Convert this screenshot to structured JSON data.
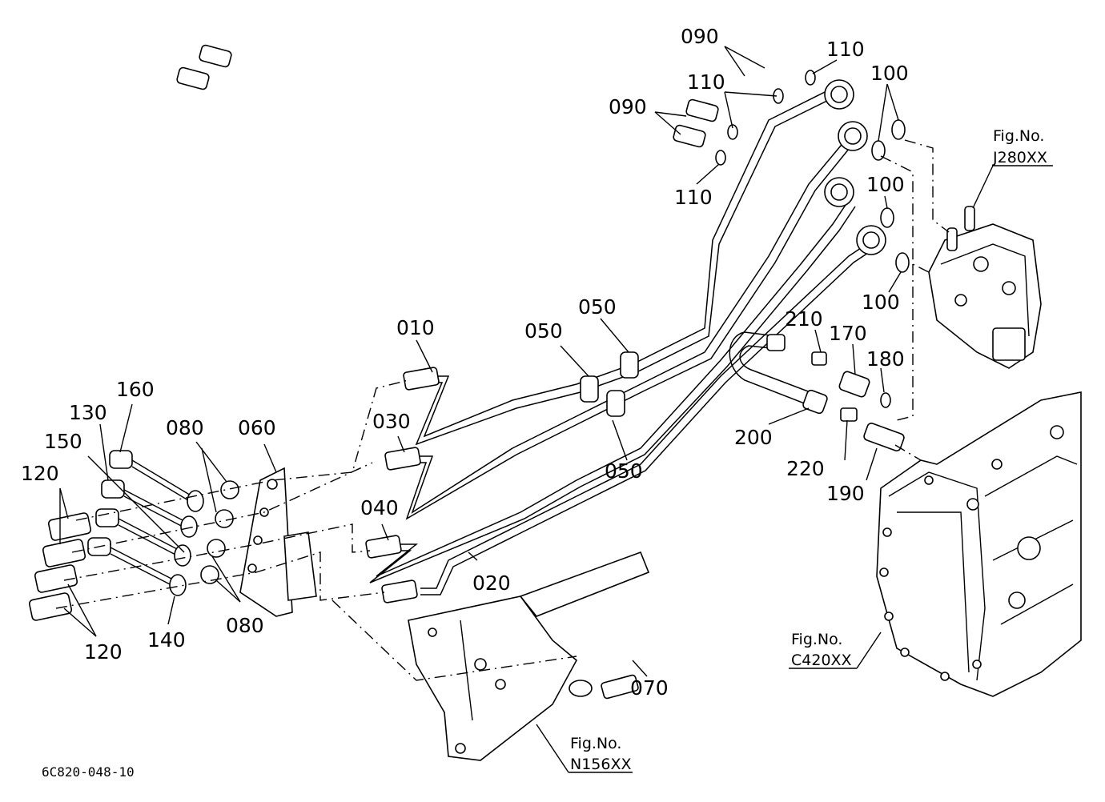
{
  "labels": {
    "p010": "010",
    "p020": "020",
    "p030": "030",
    "p040": "040",
    "p050a": "050",
    "p050b": "050",
    "p050c": "050",
    "p060": "060",
    "p070": "070",
    "p080a": "080",
    "p080b": "080",
    "p090a": "090",
    "p090b": "090",
    "p100a": "100",
    "p100b": "100",
    "p100c": "100",
    "p110a": "110",
    "p110b": "110",
    "p110c": "110",
    "p120a": "120",
    "p120b": "120",
    "p130": "130",
    "p140": "140",
    "p150": "150",
    "p160": "160",
    "p170": "170",
    "p180": "180",
    "p190": "190",
    "p200": "200",
    "p210": "210",
    "p220": "220"
  },
  "figrefs": {
    "j280": {
      "line1": "Fig.No.",
      "line2": "J280XX"
    },
    "c420": {
      "line1": "Fig.No.",
      "line2": "C420XX"
    },
    "n156": {
      "line1": "Fig.No.",
      "line2": "N156XX"
    }
  },
  "diagram_code": "6C820-048-10"
}
